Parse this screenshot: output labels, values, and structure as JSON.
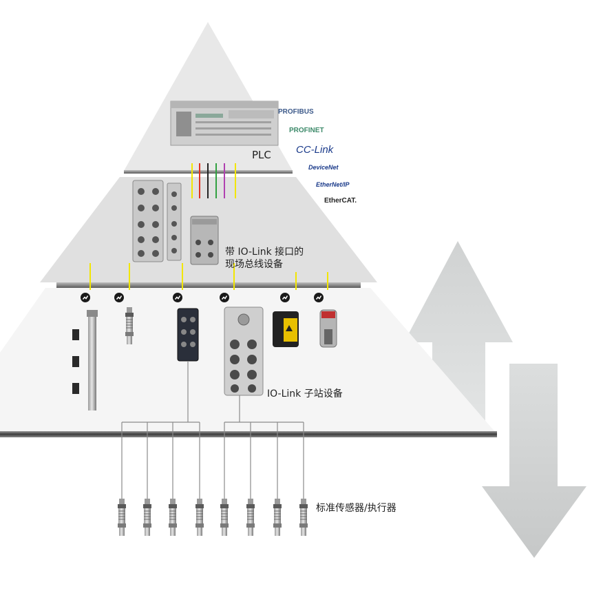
{
  "colors": {
    "tier_top": "#e6e6e6",
    "tier_middle": "#dedede",
    "tier_bottom": "#f4f4f4",
    "divider": "#4a4a4a",
    "arrow": "#d4d6d6",
    "cable_yellow": "#f2e600",
    "wire": "#8a8a8a"
  },
  "labels": {
    "plc": "PLC",
    "fieldbus_line1": "带 IO-Link 接口的",
    "fieldbus_line2": "现场总线设备",
    "io_link_slave": "IO-Link 子站设备",
    "standard_sensors": "标准传感器/执行器"
  },
  "protocols": [
    {
      "text": "PROFIBUS",
      "color": "#3d5a8a"
    },
    {
      "text": "PROFINET",
      "color": "#3d8a6a"
    },
    {
      "text": "CC-Link",
      "color": "#1a3a8a"
    },
    {
      "text": "DeviceNet",
      "color": "#1a3a8a"
    },
    {
      "text": "EtherNet/IP",
      "color": "#1a3a8a"
    },
    {
      "text": "EtherCAT.",
      "color": "#222222"
    }
  ],
  "pyramid": {
    "levels": [
      "controller",
      "fieldbus-io-link-master",
      "io-link-devices",
      "standard-sensors-actuators"
    ]
  },
  "arrows": [
    "up",
    "down"
  ],
  "sensor_count": 8,
  "io_link_device_count": 6
}
